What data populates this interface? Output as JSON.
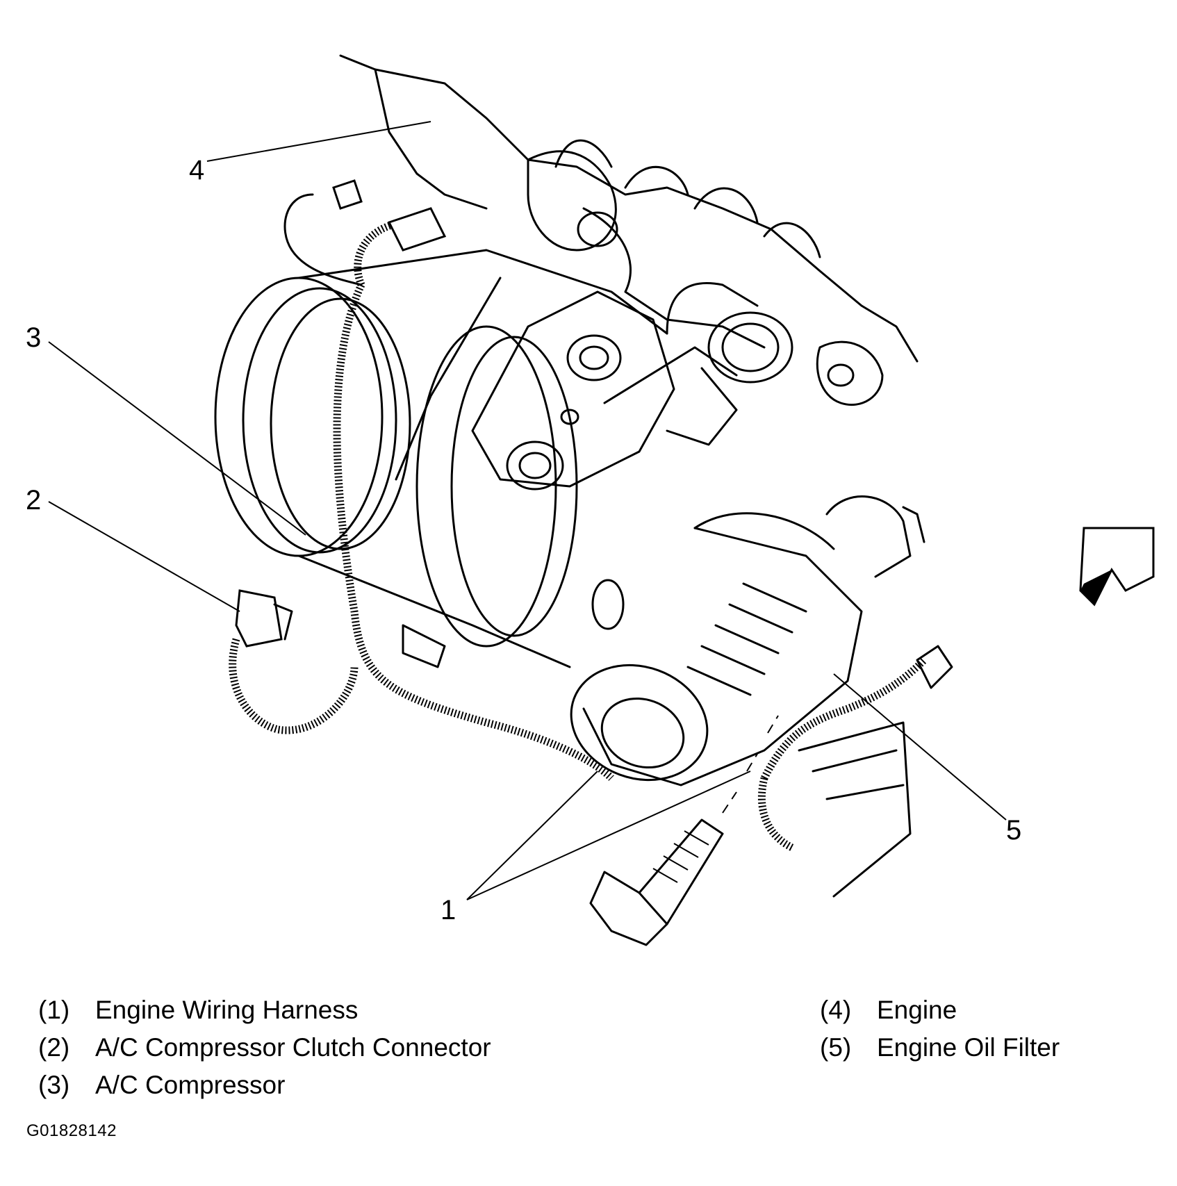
{
  "callouts": {
    "c1": "1",
    "c2": "2",
    "c3": "3",
    "c4": "4",
    "c5": "5"
  },
  "legend": [
    {
      "num": "(1)",
      "label": "Engine Wiring Harness"
    },
    {
      "num": "(2)",
      "label": "A/C Compressor Clutch Connector"
    },
    {
      "num": "(3)",
      "label": "A/C Compressor"
    },
    {
      "num": "(4)",
      "label": "Engine"
    },
    {
      "num": "(5)",
      "label": "Engine Oil Filter"
    }
  ],
  "figure_id": "G01828142"
}
